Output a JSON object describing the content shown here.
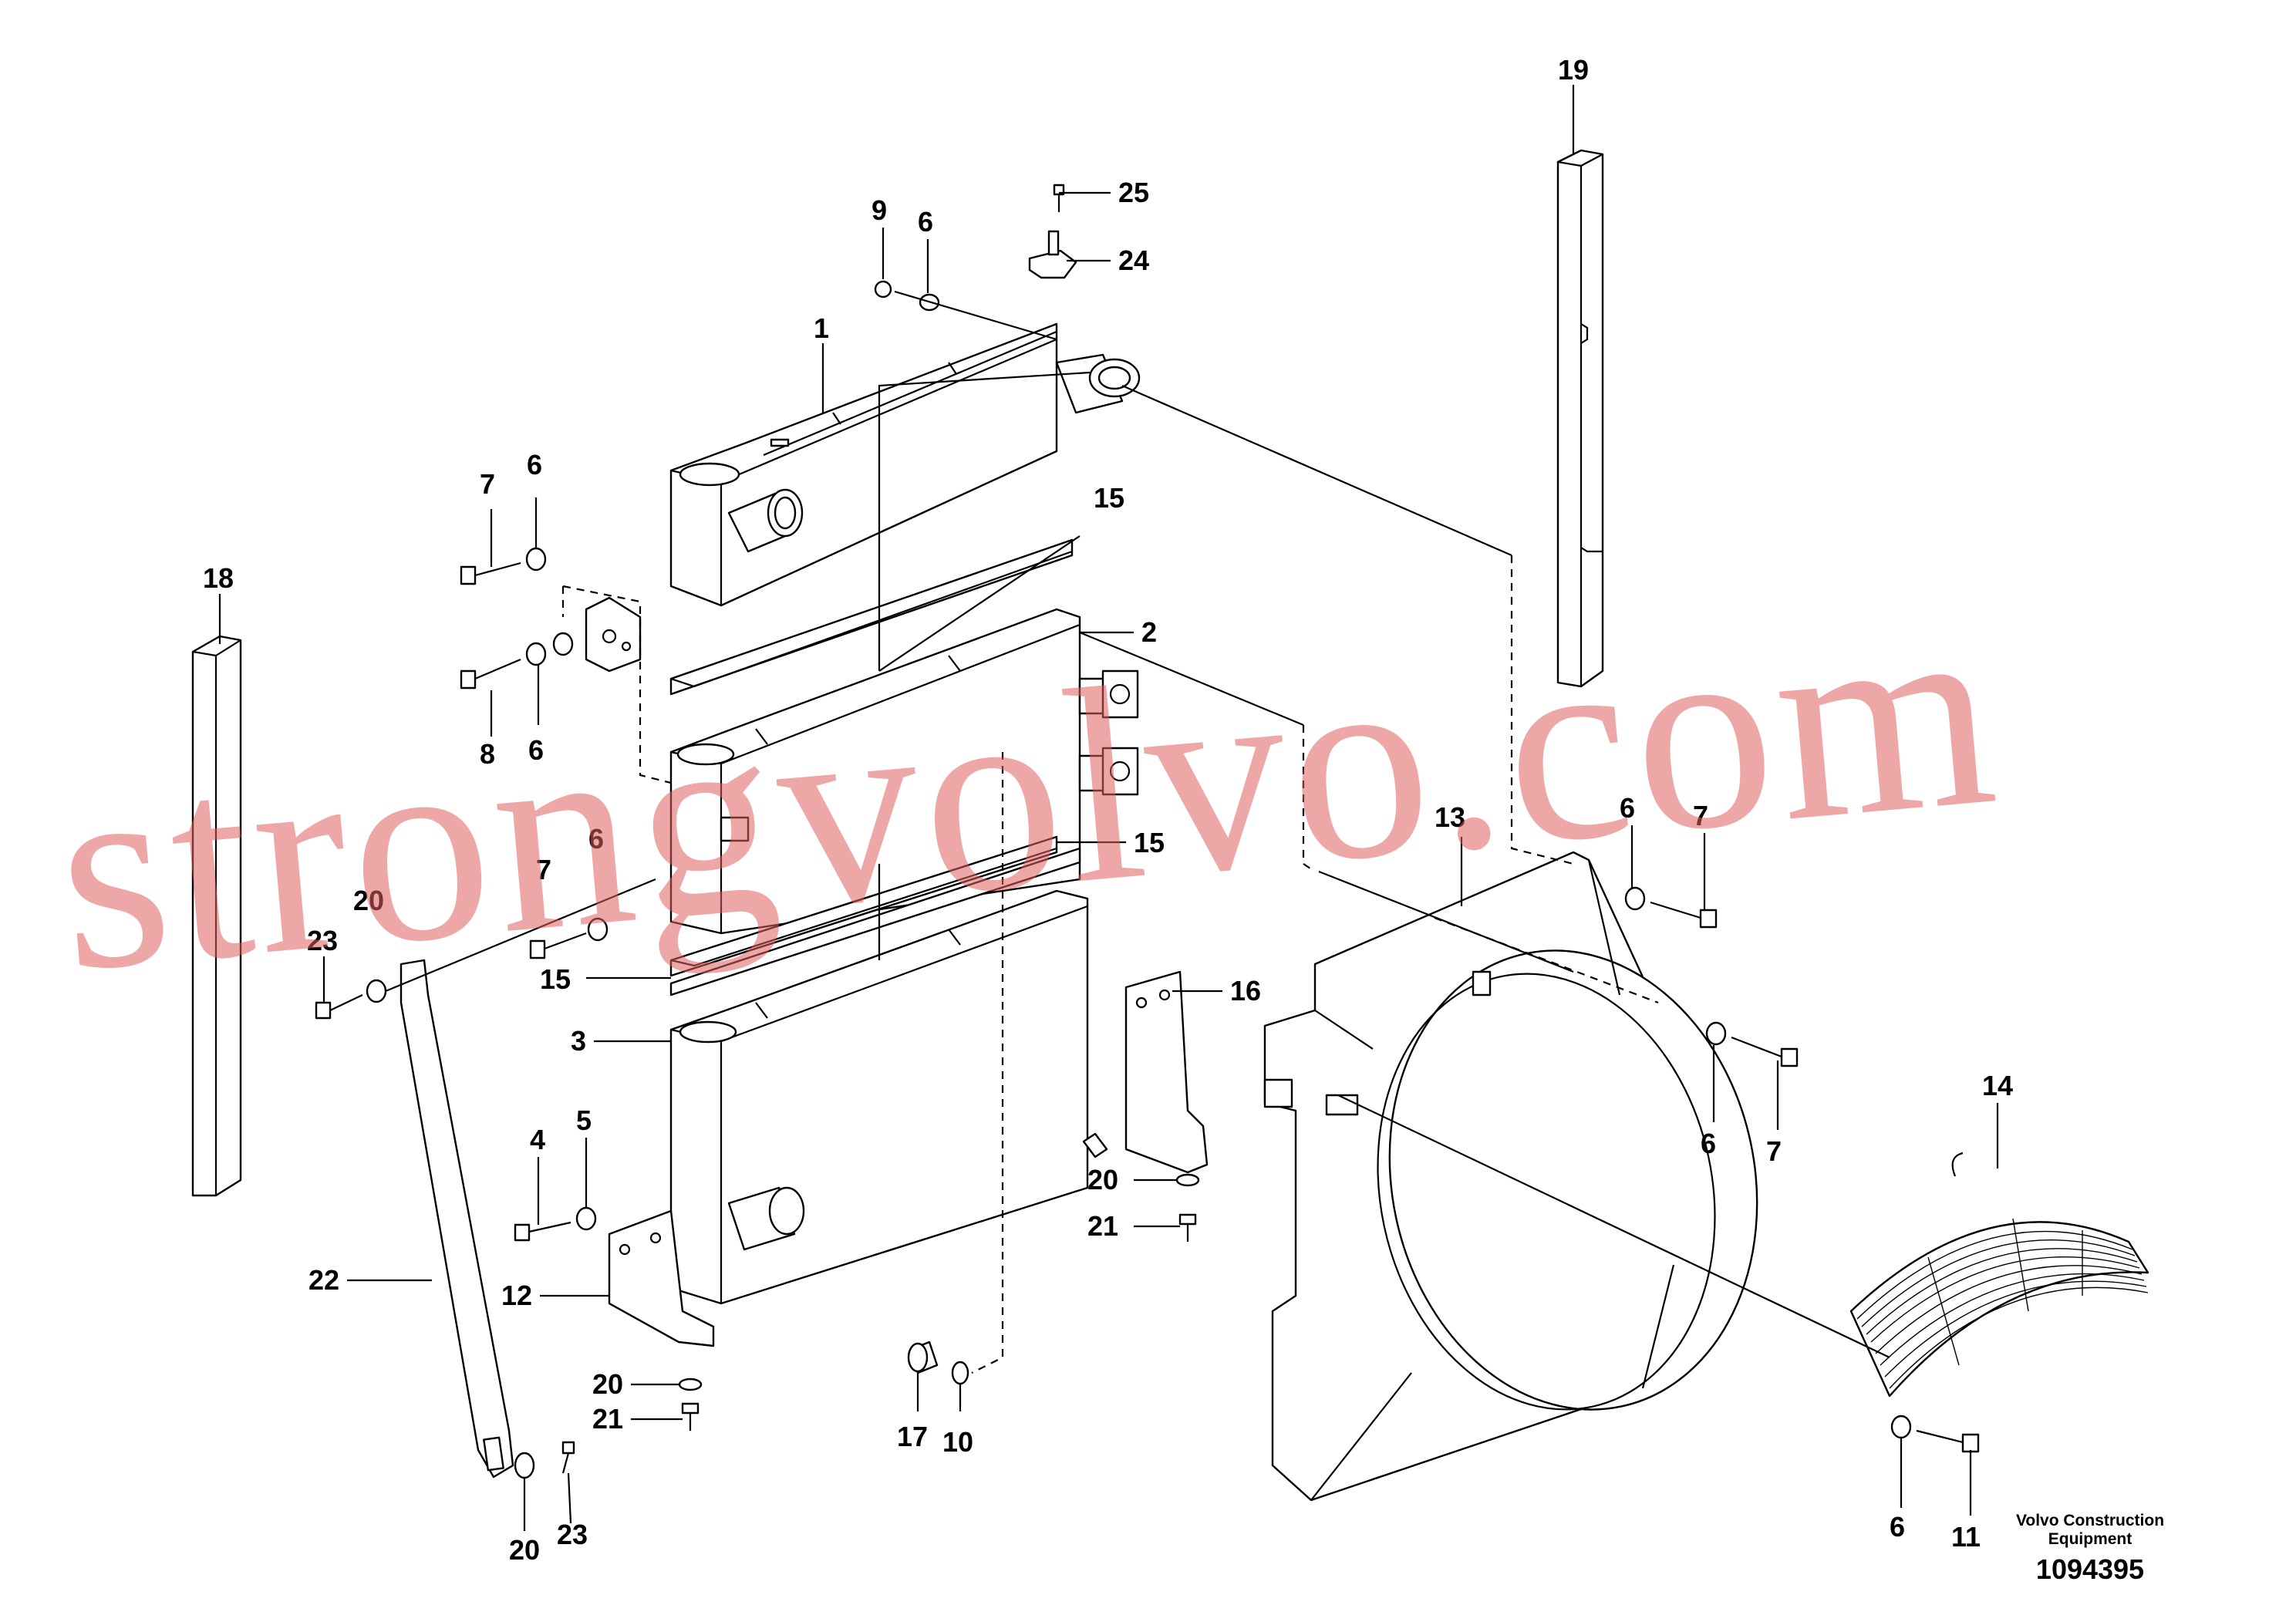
{
  "watermark": "strongvolvo.com",
  "credit": {
    "line1": "Volvo Construction",
    "line2": "Equipment",
    "number": "1094395"
  },
  "callouts": [
    "1",
    "2",
    "3",
    "4",
    "5",
    "6",
    "7",
    "8",
    "9",
    "10",
    "11",
    "12",
    "13",
    "14",
    "15",
    "16",
    "17",
    "18",
    "19",
    "20",
    "21",
    "22",
    "23",
    "24",
    "25"
  ]
}
